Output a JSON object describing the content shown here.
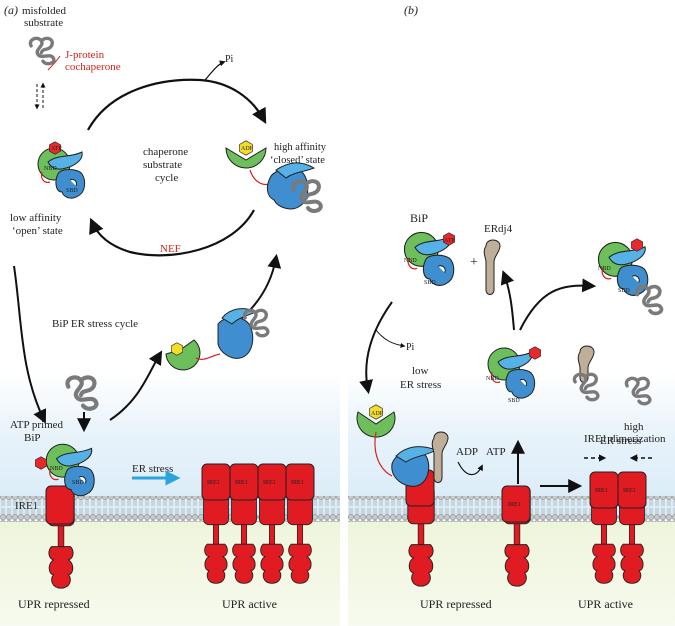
{
  "panel_a": {
    "panel_label": "(a)",
    "misfolded_substrate": [
      "misfolded",
      "substrate"
    ],
    "j_protein": [
      "J-protein",
      "cochaperone"
    ],
    "pi": "Pi",
    "high_affinity": [
      "high affinity",
      "‘closed’ state"
    ],
    "cycle_label": [
      "chaperone",
      "substrate",
      "cycle"
    ],
    "low_affinity": [
      "low affinity",
      "‘open’ state"
    ],
    "nef": "NEF",
    "stress_cycle": "BiP ER stress cycle",
    "atp_primed": [
      "ATP  primed",
      "BiP"
    ],
    "ire1": "IRE1",
    "er_stress": "ER stress",
    "upr_repressed": "UPR repressed",
    "upr_active": "UPR active",
    "atp_tag": "ATP",
    "adp_tag": "ADP",
    "nbd": "NBD",
    "sbd": "SBD",
    "ire1_box": "IRE1"
  },
  "panel_b": {
    "panel_label": "(b)",
    "bip": "BiP",
    "plus": "+",
    "erdj4": "ERdj4",
    "pi": "Pi",
    "low_stress": [
      "low",
      "ER stress"
    ],
    "high_stress": [
      "high",
      "ER stress"
    ],
    "adp": "ADP",
    "atp": "ATP",
    "dimerization": "IRE1 dimerization",
    "upr_repressed": "UPR repressed",
    "upr_active": "UPR active"
  },
  "colors": {
    "nbd_green": "#6cbf5a",
    "sbd_blue": "#3f8fd0",
    "ire1_red": "#e01b22",
    "cochaperone_red": "#d4231c",
    "erdj4_tan": "#bfae98",
    "arrow_blue": "#2aa3e0",
    "atp_tag": "#e8292b",
    "adp_tag": "#f2de2a"
  }
}
